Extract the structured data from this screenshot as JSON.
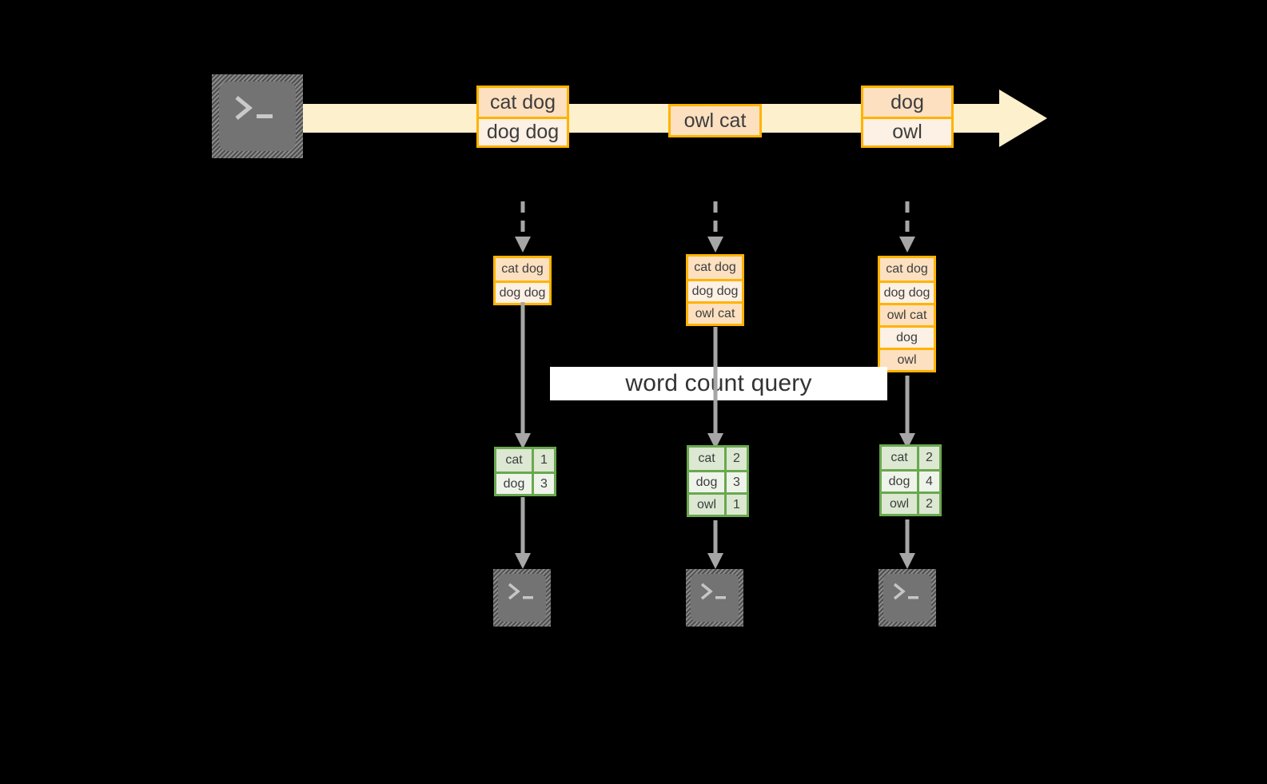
{
  "diagram": {
    "title_label": "word count query",
    "colors": {
      "background": "#000000",
      "stream_accent": "#FFB300",
      "stream_fill_dark": "#FCE0C0",
      "stream_fill_light": "#FDF0E4",
      "timeline_arrow": "#FDF0CC",
      "result_accent": "#6AA84F",
      "result_fill_dark": "#DCE8D2",
      "result_fill_light": "#EFF4EB",
      "connector": "#A6A6A6",
      "terminal_body": "#737373",
      "band": "#FFFFFF"
    },
    "producer": {
      "icon": "terminal-icon",
      "glyph": ">_"
    },
    "timeline": {
      "icon": "right-arrow-icon",
      "events": [
        {
          "id": "event-1",
          "lines": [
            "cat dog",
            "dog dog"
          ]
        },
        {
          "id": "event-2",
          "lines": [
            "owl cat"
          ]
        },
        {
          "id": "event-3",
          "lines": [
            "dog",
            "owl"
          ]
        }
      ]
    },
    "snapshots": [
      {
        "id": "snapshot-1",
        "accumulated": [
          "cat dog",
          "dog dog"
        ],
        "result": {
          "rows": [
            {
              "word": "cat",
              "count": "1"
            },
            {
              "word": "dog",
              "count": "3"
            }
          ]
        },
        "consumer": {
          "icon": "terminal-icon",
          "glyph": ">_"
        }
      },
      {
        "id": "snapshot-2",
        "accumulated": [
          "cat dog",
          "dog dog",
          "owl cat"
        ],
        "result": {
          "rows": [
            {
              "word": "cat",
              "count": "2"
            },
            {
              "word": "dog",
              "count": "3"
            },
            {
              "word": "owl",
              "count": "1"
            }
          ]
        },
        "consumer": {
          "icon": "terminal-icon",
          "glyph": ">_"
        }
      },
      {
        "id": "snapshot-3",
        "accumulated": [
          "cat dog",
          "dog dog",
          "owl cat",
          "dog",
          "owl"
        ],
        "result": {
          "rows": [
            {
              "word": "cat",
              "count": "2"
            },
            {
              "word": "dog",
              "count": "4"
            },
            {
              "word": "owl",
              "count": "2"
            }
          ]
        },
        "consumer": {
          "icon": "terminal-icon",
          "glyph": ">_"
        }
      }
    ]
  }
}
